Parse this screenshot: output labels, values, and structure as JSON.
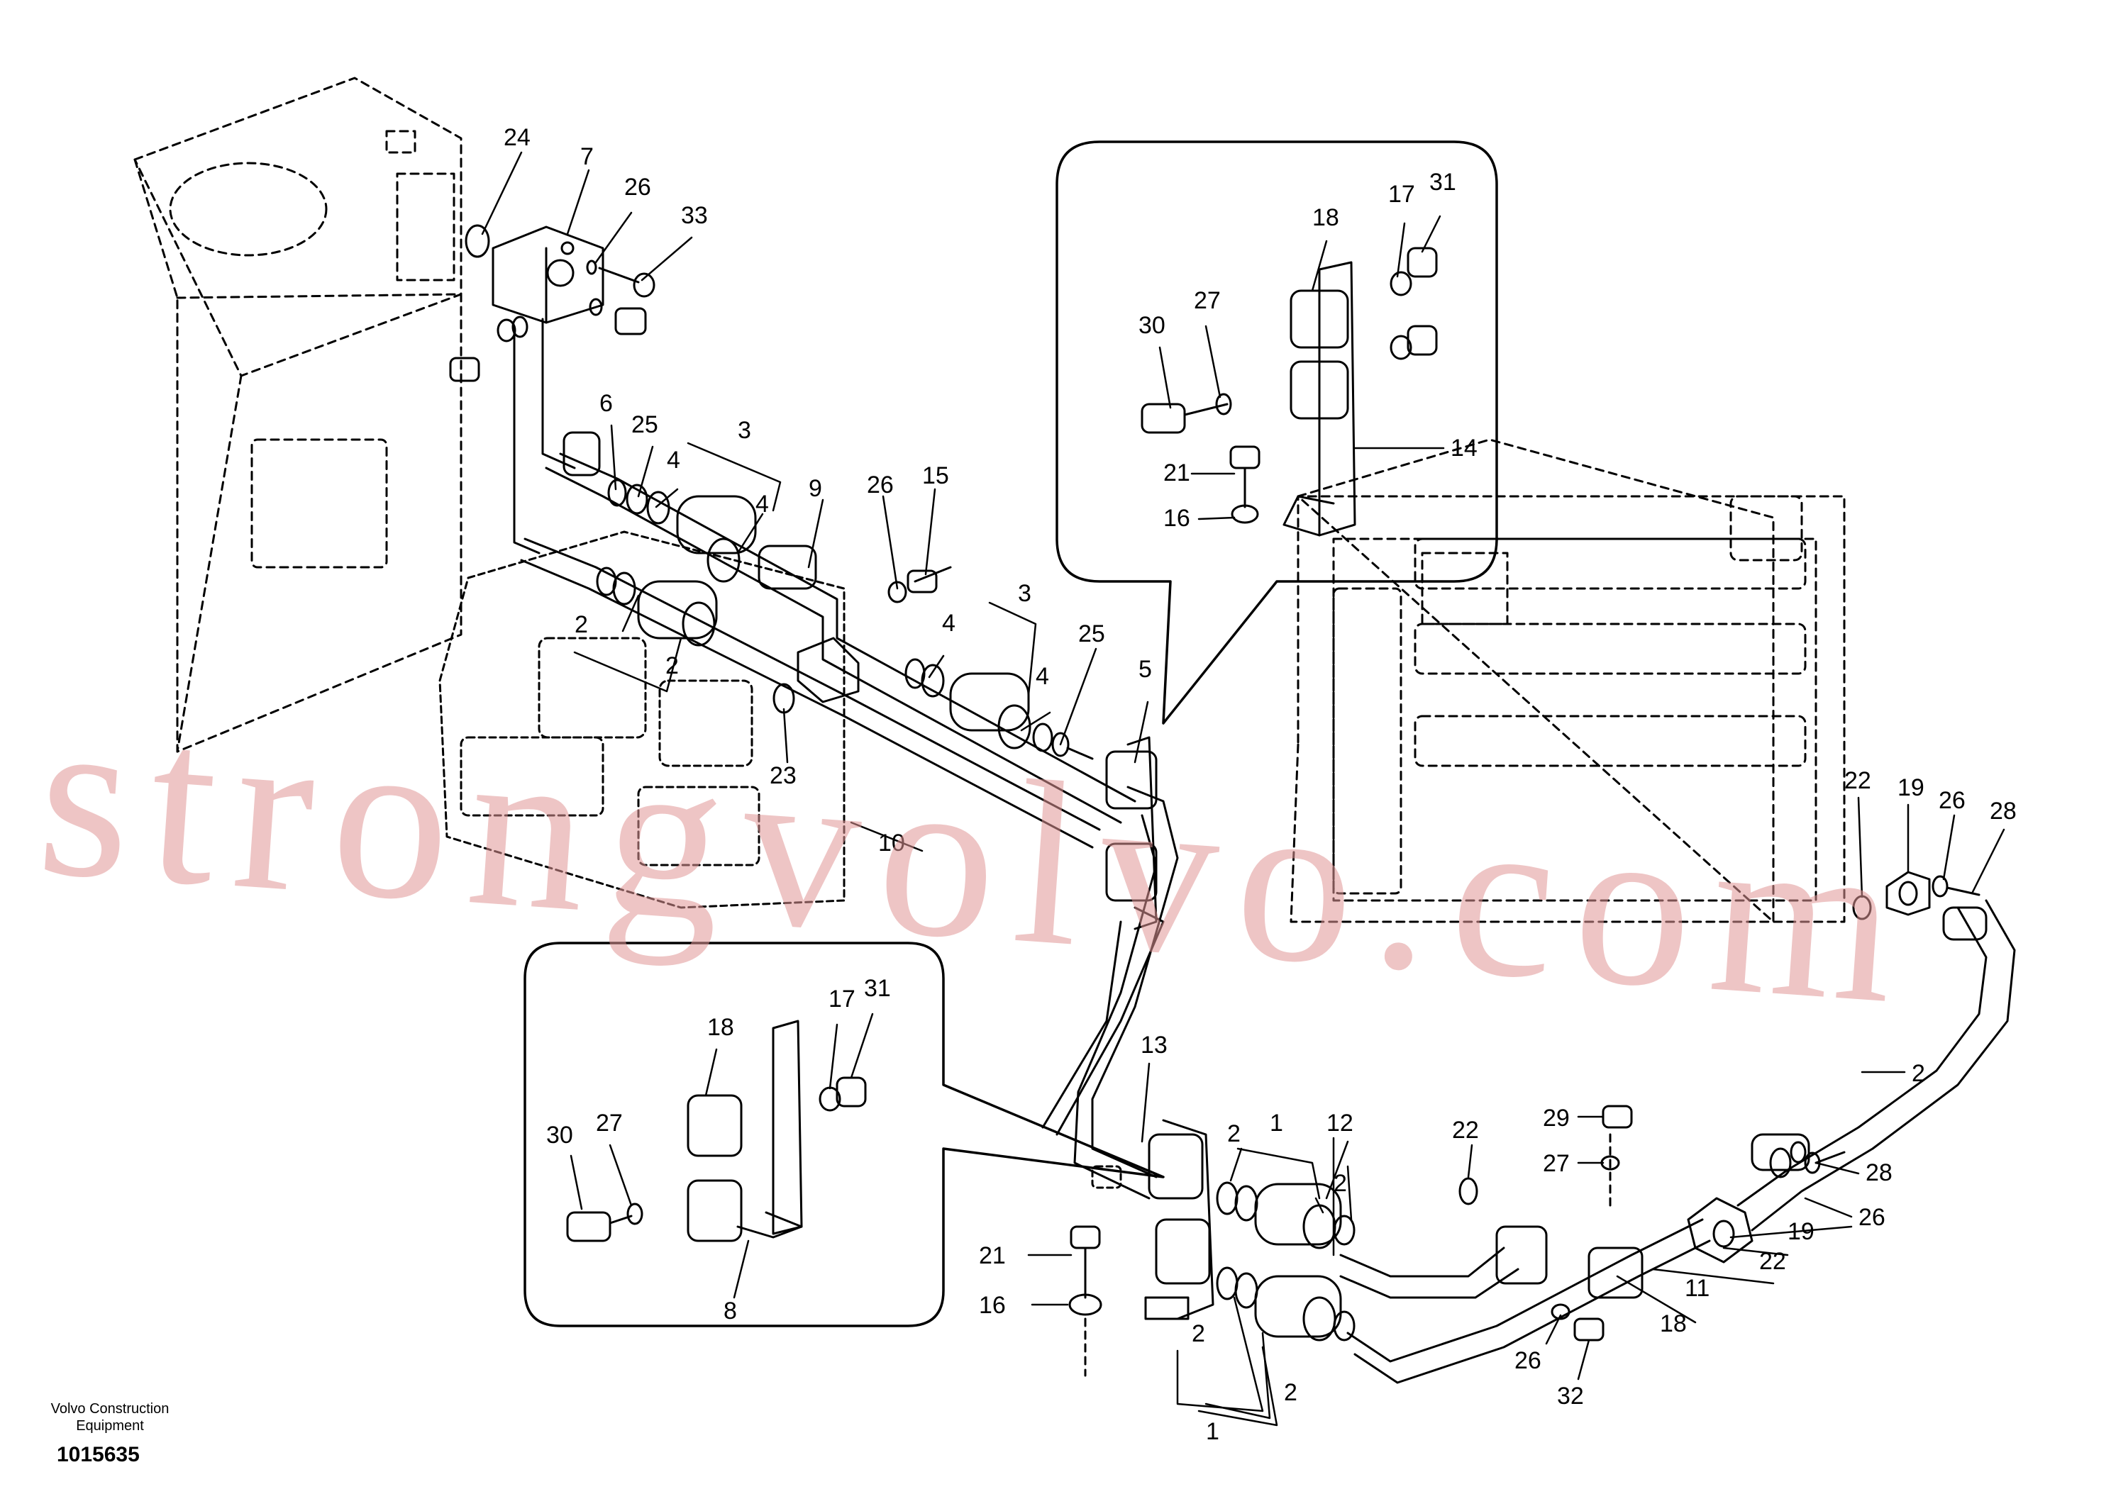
{
  "watermark": "strongvolvo.com",
  "brand": "Volvo Construction Equipment",
  "document_number": "1015635",
  "callouts": [
    "24",
    "7",
    "26",
    "33",
    "6",
    "25",
    "4",
    "3",
    "4",
    "9",
    "26",
    "15",
    "2",
    "2",
    "3",
    "4",
    "4",
    "25",
    "5",
    "23",
    "10",
    "17",
    "31",
    "18",
    "27",
    "30",
    "21",
    "16",
    "14",
    "17",
    "31",
    "18",
    "27",
    "30",
    "21",
    "16",
    "8",
    "13",
    "1",
    "2",
    "2",
    "12",
    "22",
    "29",
    "27",
    "22",
    "19",
    "26",
    "28",
    "2",
    "28",
    "26",
    "19",
    "22",
    "11",
    "18",
    "26",
    "32",
    "2",
    "2",
    "1"
  ]
}
